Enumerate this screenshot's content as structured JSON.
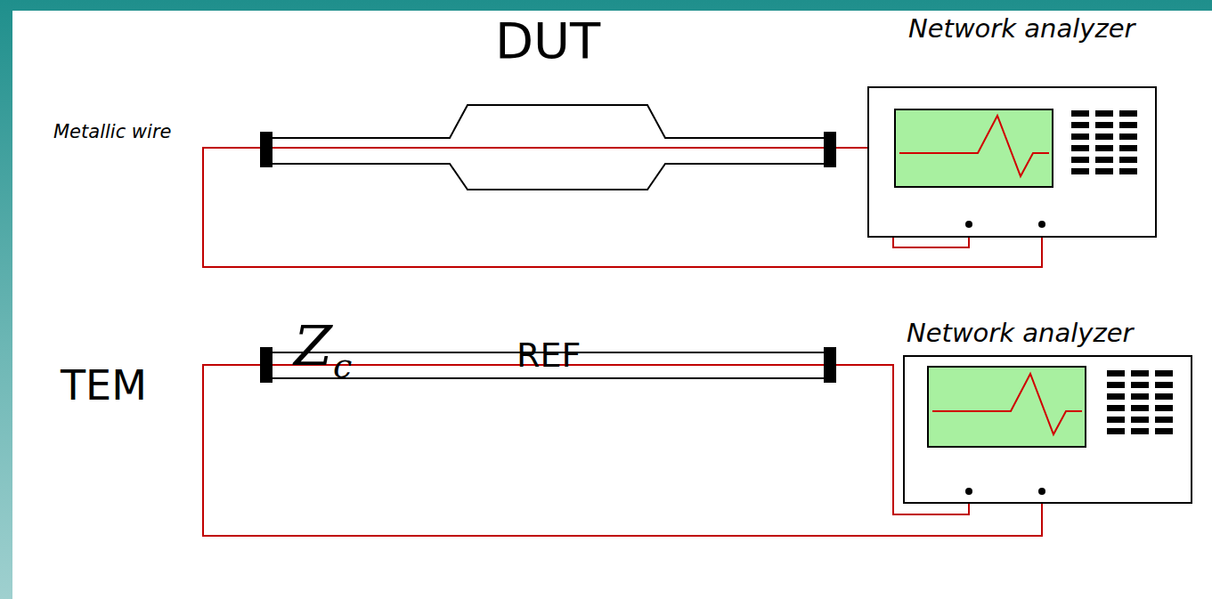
{
  "diagram": {
    "labels": [
      "DUT",
      "Metallic wire",
      "Network analyzer",
      "Z",
      "c",
      "REF",
      "Network analyzer",
      "TEM"
    ]
  }
}
